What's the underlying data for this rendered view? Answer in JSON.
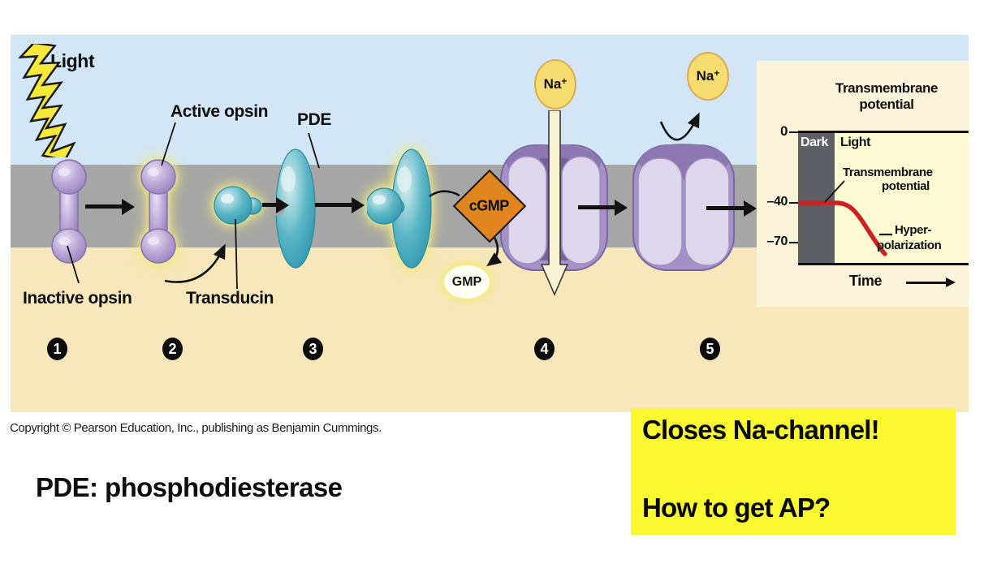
{
  "figure": {
    "light_label": "Light",
    "inactive_opsin_label": "Inactive opsin",
    "active_opsin_label": "Active opsin",
    "transducin_label": "Transducin",
    "pde_label": "PDE",
    "cgmp_label": "cGMP",
    "gmp_label": "GMP",
    "na_symbol": "Na",
    "na_charge": "+",
    "step_numbers": [
      "1",
      "2",
      "3",
      "4",
      "5"
    ]
  },
  "inset_chart": {
    "type": "line",
    "title_line1": "Transmembrane",
    "title_line2": "potential",
    "y_ticks": [
      "0",
      "–40",
      "–70"
    ],
    "regions": [
      "Dark",
      "Light"
    ],
    "curve_label_line1": "Transmembrane",
    "curve_label_line2": "potential",
    "annotation_line1": "Hyper-",
    "annotation_line2": "polarization",
    "xlabel": "Time",
    "line_color": "#ce2020",
    "series": [
      {
        "name": "Transmembrane potential",
        "x": [
          "dark",
          "light onset",
          "after light"
        ],
        "y": [
          -40,
          -40,
          -75
        ]
      }
    ]
  },
  "colors": {
    "sky": "#d2e6f6",
    "membrane": "#a6a6a6",
    "cytoplasm": "#f7e7ba",
    "panel": "#fbf4da",
    "dark_region": "#5d5f64",
    "light_region": "#fcfad2",
    "note_box": "#f9f72f",
    "opsin_purple": "#b7a4d4",
    "channel_purple": "#a491c6",
    "enzyme_teal": "#56b4c4",
    "cgmp_orange": "#e1861e",
    "na_yellow": "#f7dc70",
    "curve_red": "#ce2020"
  },
  "copyright": "Copyright © Pearson Education, Inc., publishing as Benjamin Cummings.",
  "caption": "PDE: phosphodiesterase",
  "note_box": {
    "line1": "Closes Na-channel!",
    "line2": "How to get AP?"
  }
}
